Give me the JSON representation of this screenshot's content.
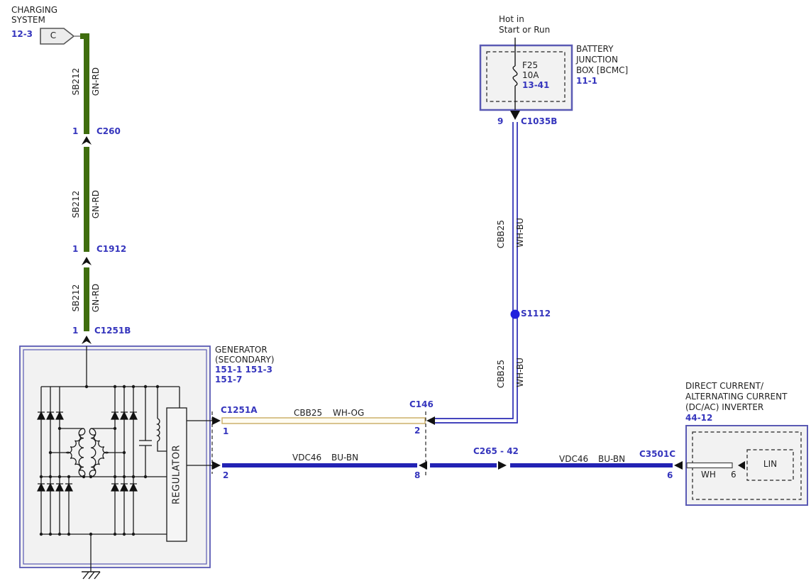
{
  "charging_system": {
    "title_line1": "CHARGING",
    "title_line2": "SYSTEM",
    "page_ref": "12-3",
    "connector_letter": "C"
  },
  "sb212_wire": {
    "circuit": "SB212",
    "color_code": "GN-RD"
  },
  "connectors": {
    "c260": {
      "pin": "1",
      "name": "C260"
    },
    "c1912": {
      "pin": "1",
      "name": "C1912"
    },
    "c1251b": {
      "pin": "1",
      "name": "C1251B"
    },
    "c1035b": {
      "pin": "9",
      "name": "C1035B"
    },
    "c1251a": {
      "name": "C1251A",
      "pin_top": "1",
      "pin_bottom": "2"
    },
    "c146": {
      "name": "C146",
      "pin_top": "2",
      "pin_bottom": "8"
    },
    "c265": {
      "name": "C265 - 42"
    },
    "c3501c": {
      "name": "C3501C",
      "pin": "6"
    }
  },
  "battery_junction_box": {
    "hot_line1": "Hot in",
    "hot_line2": "Start or Run",
    "fuse_name": "F25",
    "fuse_rating": "10A",
    "fuse_page_ref": "13-41",
    "name_line1": "BATTERY",
    "name_line2": "JUNCTION",
    "name_line3": "BOX [BCMC]",
    "page_ref": "11-1"
  },
  "cbb25_wh_bu_wire": {
    "circuit": "CBB25",
    "color_code": "WH-BU"
  },
  "splice": {
    "name": "S1112"
  },
  "generator": {
    "name_line1": "GENERATOR",
    "name_line2": "(SECONDARY)",
    "page_refs_line1": "151-1 151-3",
    "page_refs_line2": "151-7",
    "regulator_label": "REGULATOR"
  },
  "cbb25_wh_og_wire": {
    "circuit": "CBB25",
    "color_code": "WH-OG"
  },
  "vdc46_wire": {
    "circuit": "VDC46",
    "color_code": "BU-BN"
  },
  "inverter": {
    "name_line1": "DIRECT CURRENT/",
    "name_line2": "ALTERNATING CURRENT",
    "name_line3": "(DC/AC) INVERTER",
    "page_ref": "44-12",
    "lin_label": "LIN",
    "wire_color": "WH",
    "pin": "6"
  },
  "colors": {
    "link_blue": "#3535bd",
    "text_black": "#1f1f1f",
    "wire_green": "#3f6d0e",
    "wire_blue": "#2323b4",
    "wire_tan_outline": "#c9ab62",
    "box_border_blue": "#5a5ab4",
    "box_fill": "#f2f2f2",
    "splice_blue": "#2222dd"
  }
}
